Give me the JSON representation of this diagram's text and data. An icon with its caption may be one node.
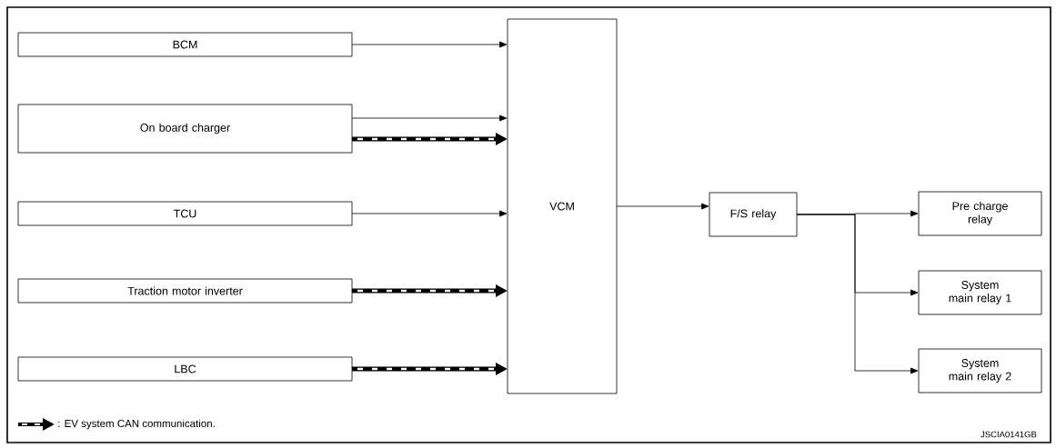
{
  "diagram": {
    "nodes": [
      {
        "text": [
          "BCM"
        ]
      },
      {
        "text": [
          "On board charger"
        ]
      },
      {
        "text": [
          "TCU"
        ]
      },
      {
        "text": [
          "Traction motor inverter"
        ]
      },
      {
        "text": [
          "LBC"
        ]
      },
      {
        "text": [
          "VCM"
        ]
      },
      {
        "text": [
          "F/S relay"
        ]
      },
      {
        "text": [
          "Pre charge relay"
        ]
      },
      {
        "text": [
          "System main relay 1"
        ]
      },
      {
        "text": [
          "System main relay 2"
        ]
      }
    ],
    "edges": [
      {
        "from": 0,
        "to": 5,
        "arrow": "to"
      },
      {
        "from": 1,
        "to": 5,
        "arrow": "to"
      },
      {
        "from": 1,
        "to": 5,
        "arrow": "to",
        "style": "thick"
      },
      {
        "from": 2,
        "to": 5,
        "arrow": "to"
      },
      {
        "from": 3,
        "to": 5,
        "arrow": "to",
        "style": "thick"
      },
      {
        "from": 4,
        "to": 5,
        "arrow": "to",
        "style": "thick"
      },
      {
        "from": 5,
        "to": 6,
        "arrow": "to"
      },
      {
        "from": 6,
        "to": 7,
        "arrow": "to"
      },
      {
        "from": 6,
        "to": 8,
        "arrow": "to"
      },
      {
        "from": 6,
        "to": 9,
        "arrow": "to"
      }
    ],
    "labels": [
      "JSCIA0141GB"
    ],
    "legend": [
      {
        "text": ": EV system CAN communication."
      }
    ]
  }
}
